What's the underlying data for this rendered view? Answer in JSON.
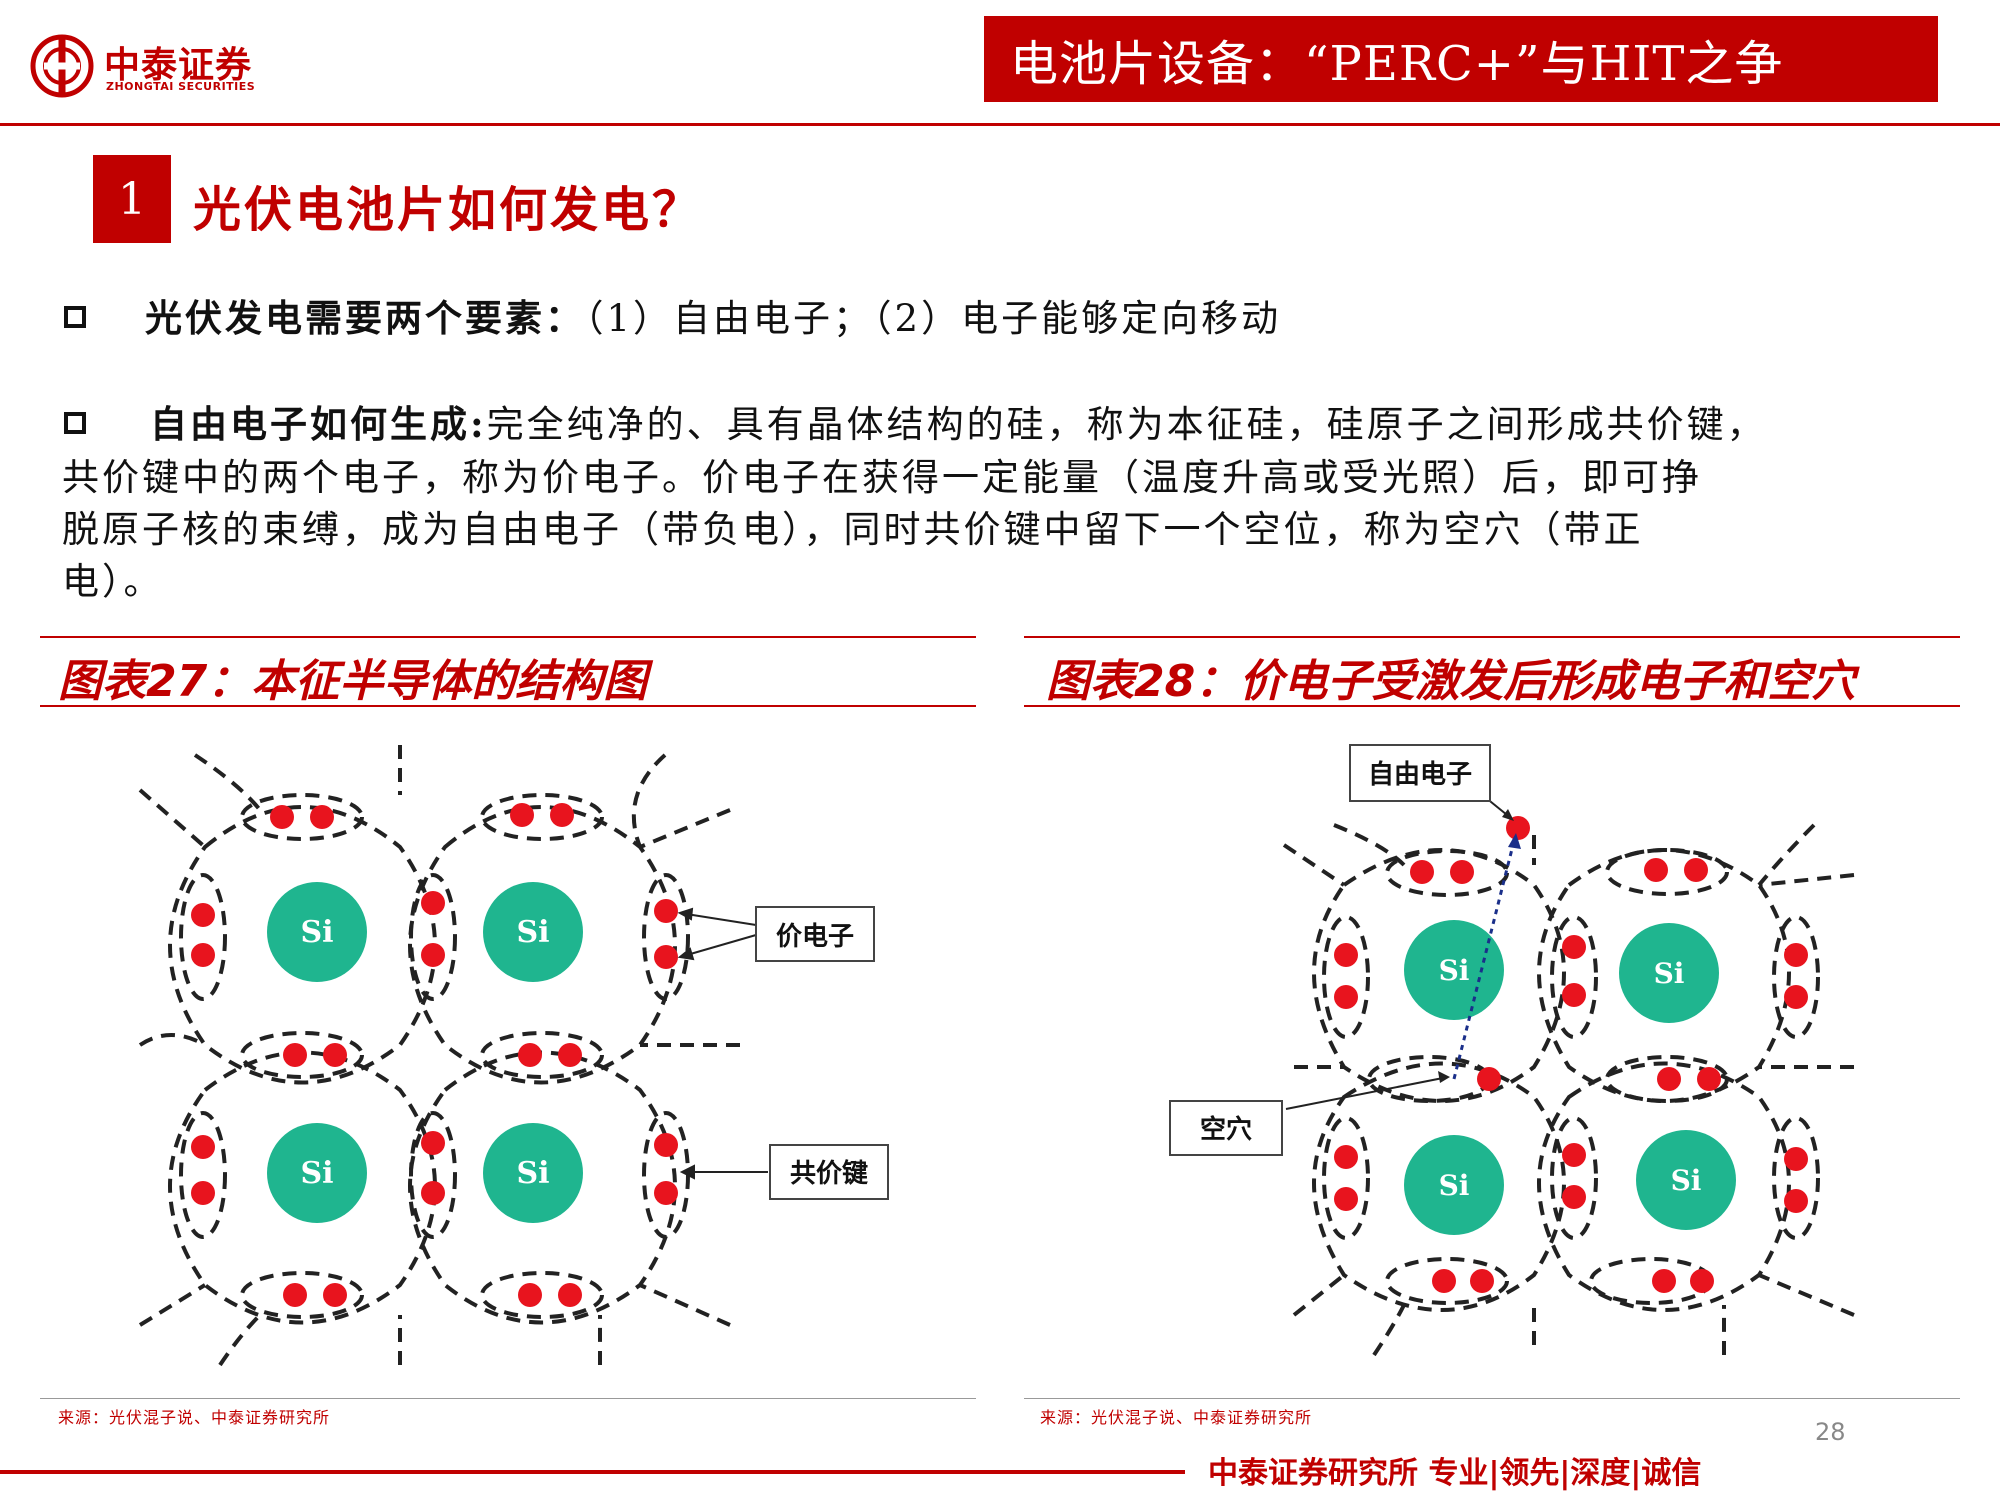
{
  "header": {
    "logo_cn": "中泰证券",
    "logo_en": "ZHONGTAI SECURITIES",
    "title": "电池片设备：“PERC+”与HIT之争"
  },
  "section": {
    "number": "1",
    "title": "光伏电池片如何发电？"
  },
  "bullets": [
    {
      "lead": "光伏发电需要两个要素：",
      "text": "（1）自由电子；（2）电子能够定向移动"
    },
    {
      "lead": "自由电子如何生成:",
      "line1": "完全纯净的、具有晶体结构的硅，称为本征硅，硅原子之间形成共价键，",
      "line2": "共价键中的两个电子，称为价电子。价电子在获得一定能量（温度升高或受光照）后，即可挣",
      "line3": "脱原子核的束缚，成为自由电子（带负电），同时共价键中留下一个空位，称为空穴（带正",
      "line4": "电）。"
    }
  ],
  "figures": [
    {
      "title": "图表27：本征半导体的结构图",
      "atom_label": "Si",
      "callouts": [
        "价电子",
        "共价键"
      ],
      "source": "来源：光伏混子说、中泰证券研究所"
    },
    {
      "title": "图表28：价电子受激发后形成电子和空穴",
      "atom_label": "Si",
      "callouts": [
        "自由电子",
        "空穴"
      ],
      "source": "来源：光伏混子说、中泰证券研究所"
    }
  ],
  "footer": {
    "page_number": "28",
    "tagline": "中泰证券研究所 专业|领先|深度|诚信"
  },
  "colors": {
    "brand_red": "#c00000",
    "atom_green": "#1fb58f",
    "electron_red": "#e8141e"
  }
}
